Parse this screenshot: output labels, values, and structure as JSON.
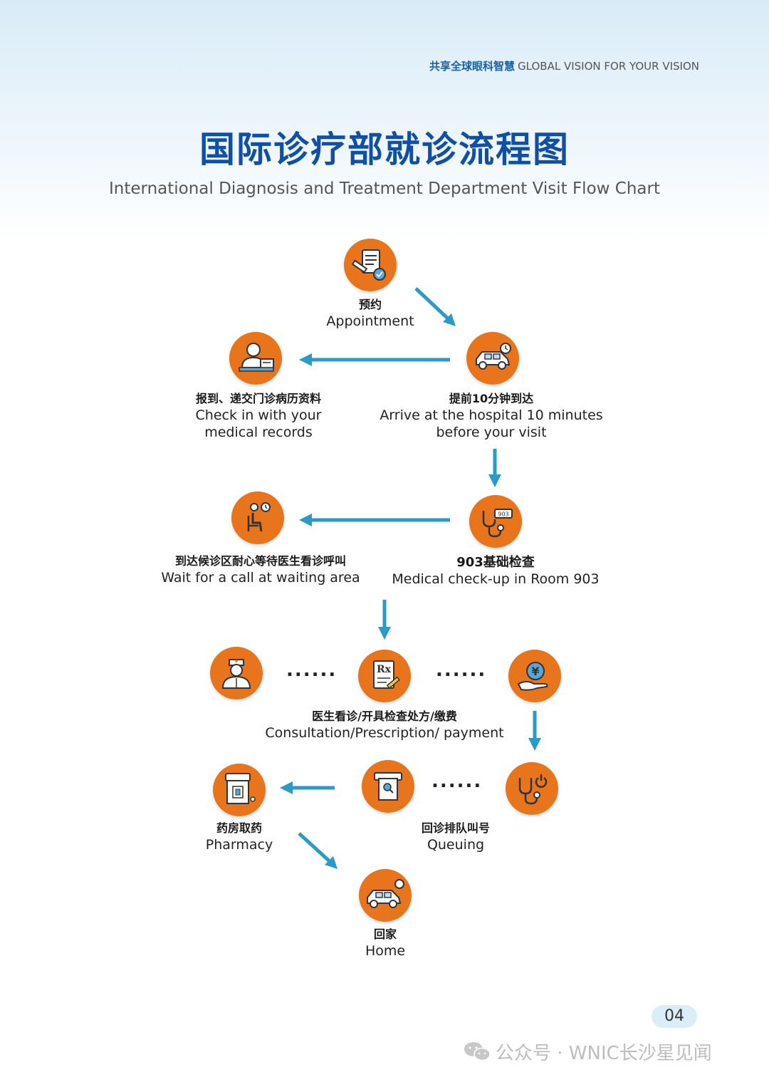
{
  "header": {
    "tagline_cn": "共享全球眼科智慧",
    "tagline_en": "GLOBAL VISION FOR YOUR VISION",
    "title": "国际诊疗部就诊流程图",
    "subtitle": "International Diagnosis and Treatment Department Visit Flow Chart"
  },
  "steps": {
    "appointment": {
      "cn": "预约",
      "en": "Appointment",
      "icon": "document-pen-icon"
    },
    "arrive": {
      "cn": "提前10分钟到达",
      "en": "Arrive at the hospital 10 minutes",
      "en2": "before your visit",
      "icon": "car-clock-icon"
    },
    "checkin": {
      "cn": "报到、递交门诊病历资料",
      "en": "Check in with your",
      "en2": "medical records",
      "icon": "receptionist-icon"
    },
    "checkup": {
      "cn": "903基础检查",
      "en": "Medical check-up in Room 903",
      "icon": "stethoscope-903-icon"
    },
    "wait": {
      "cn": "到达候诊区耐心等待医生看诊呼叫",
      "en": "Wait for a call at waiting area",
      "icon": "seated-person-clock-icon"
    },
    "consult": {
      "cn": "医生看诊/开具检查处方/缴费",
      "en": "Consultation/Prescription/ payment",
      "icons": [
        "doctor-icon",
        "prescription-icon",
        "payment-yen-icon"
      ]
    },
    "queue": {
      "cn": "回诊排队叫号",
      "en": "Queuing",
      "icons": [
        "ticket-machine-icon",
        "stethoscope-power-icon"
      ]
    },
    "pharmacy": {
      "cn": "药房取药",
      "en": "Pharmacy",
      "icon": "pharmacy-cabinet-icon"
    },
    "home": {
      "cn": "回家",
      "en": "Home",
      "icon": "car-home-icon"
    }
  },
  "dots": "......",
  "page_number": "04",
  "watermark": "公众号 · WNIC长沙星见闻",
  "colors": {
    "accent_orange": "#e8741c",
    "arrow_blue": "#2a9ac6",
    "title_blue": "#0f4fa8"
  }
}
